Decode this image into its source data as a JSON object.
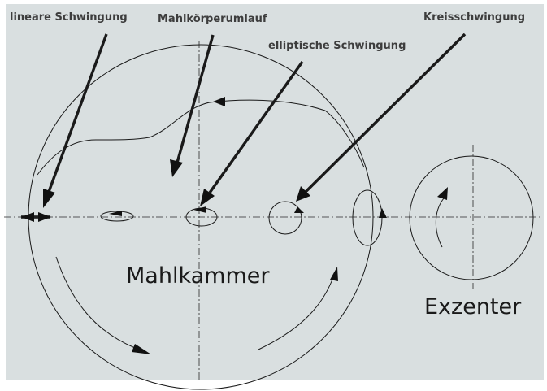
{
  "colors": {
    "background": "#d9dfe0",
    "ink": "#1a1a1a",
    "label": "#3d3d3d"
  },
  "labels": {
    "linear": "lineare Schwingung",
    "media_circulation": "Mahlkörperumlauf",
    "elliptic": "elliptische Schwingung",
    "circular": "Kreisschwingung",
    "chamber": "Mahlkammer",
    "eccentric": "Exzenter"
  }
}
